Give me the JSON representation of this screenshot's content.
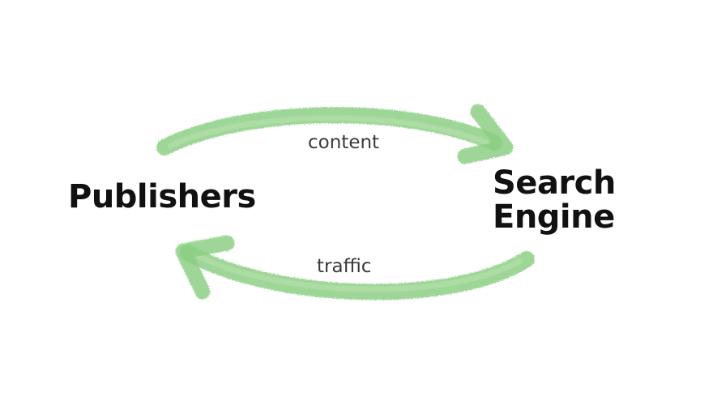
{
  "nodes": {
    "publishers": "Publishers",
    "search_engine_line1": "Search",
    "search_engine_line2": "Engine"
  },
  "edges": {
    "top": "content",
    "bottom": "traffic"
  },
  "colors": {
    "arrow": "#8ccf84",
    "arrow_light": "#b5e0ad",
    "text": "#111111",
    "edge_text": "#3a3a3a",
    "background": "#ffffff"
  }
}
